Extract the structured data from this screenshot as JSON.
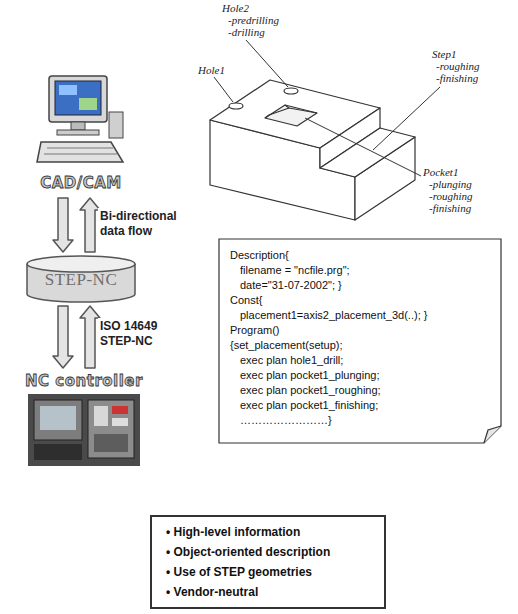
{
  "diagram": {
    "nodes": [
      {
        "text": [
          "CAD/CAM"
        ]
      },
      {
        "text": [
          "STEP-NC"
        ]
      },
      {
        "text": [
          "NC controller"
        ]
      },
      {
        "text": [
          "Description{",
          "filename = \"ncfile.prg\";",
          "date=\"31-07-2002\"; }",
          "Const{",
          "placement1=axis2_placement_3d(..); }",
          "Program()",
          "{set_placement(setup);",
          "exec plan hole1_drill;",
          "exec plan pocket1_plunging;",
          "exec plan pocket1_roughing;",
          "exec plan pocket1_finishing;",
          "……………………}"
        ]
      },
      {
        "text": [
          "• High-level information",
          "• Object-oriented description",
          "• Use of STEP geometries",
          "• Vendor-neutral"
        ]
      }
    ],
    "edges": [
      {
        "from": 0,
        "to": 1,
        "arrow": "to",
        "label": "Bi-directional data flow"
      },
      {
        "from": 1,
        "to": 0,
        "arrow": "to"
      },
      {
        "from": 1,
        "to": 2,
        "arrow": "to",
        "label": "ISO 14649 STEP-NC"
      },
      {
        "from": 2,
        "to": 1,
        "arrow": "to"
      }
    ],
    "labels": [
      "Hole2",
      "-predrilling",
      "-drilling",
      "Hole1",
      "Step1",
      "-roughing",
      "-finishing",
      "Pocket1",
      "-plunging",
      "-roughing",
      "-finishing"
    ]
  }
}
